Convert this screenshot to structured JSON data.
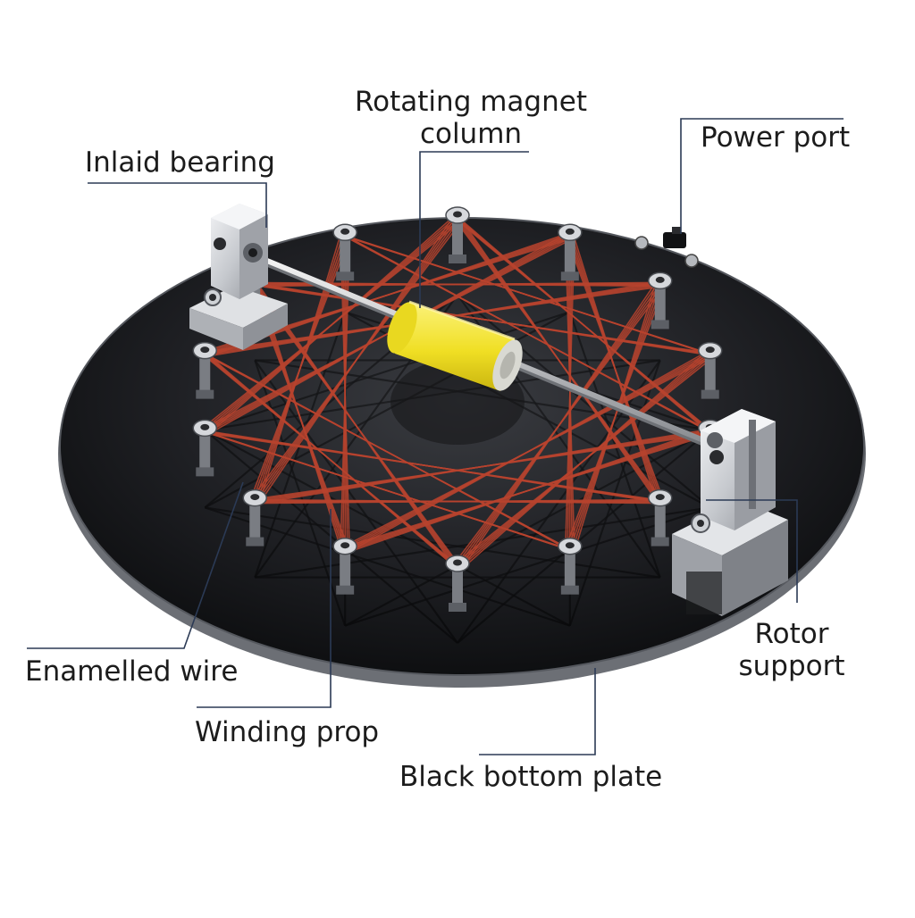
{
  "labels": {
    "rotating_magnet_line1": "Rotating magnet",
    "rotating_magnet_line2": "column",
    "power_port": "Power port",
    "inlaid_bearing": "Inlaid bearing",
    "rotor_support_line1": "Rotor",
    "rotor_support_line2": "support",
    "enamelled_wire": "Enamelled wire",
    "winding_prop": "Winding prop",
    "black_bottom_plate": "Black bottom plate"
  },
  "colors": {
    "plate": "#1e1f22",
    "plate_rim": "#5a5d63",
    "copper_wire": "#b8432e",
    "magnet": "#f2e233",
    "aluminium": "#c9ccd1",
    "leader_line": "#2b3a55"
  },
  "icons": {
    "power_port": "power-port-icon",
    "bearing": "inlaid-bearing-icon",
    "magnet": "magnet-column-icon"
  }
}
